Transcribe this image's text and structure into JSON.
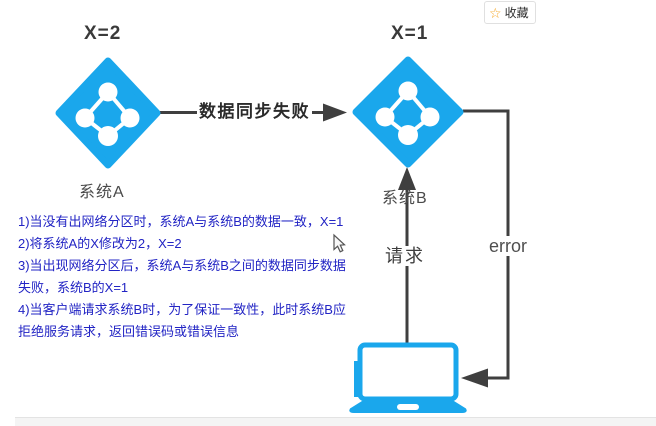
{
  "theme": {
    "accent_blue": "#1aa7ec",
    "line_color": "#3f3f3f",
    "note_text_color": "#2224c4",
    "star_orange": "#f5a623",
    "label_text_color": "#3b3b3b"
  },
  "toolbar": {
    "favorite": {
      "icon": "☆",
      "label": "收藏"
    }
  },
  "diagram": {
    "node_a": {
      "value": "X=2",
      "label": "系统A"
    },
    "node_b": {
      "value": "X=1",
      "label": "系统B"
    },
    "edge_sync_label": "数据同步失败",
    "edge_request_label": "请求",
    "edge_error_label": "error"
  },
  "notes": {
    "lines": [
      "1)当没有出网络分区时，系统A与系统B的数据一致，X=1",
      "2)将系统A的X修改为2，X=2",
      "3)当出现网络分区后，系统A与系统B之间的数据同步数据",
      "失败，系统B的X=1",
      "4)当客户端请求系统B时，为了保证一致性，此时系统B应",
      "拒绝服务请求，返回错误码或错误信息"
    ]
  }
}
